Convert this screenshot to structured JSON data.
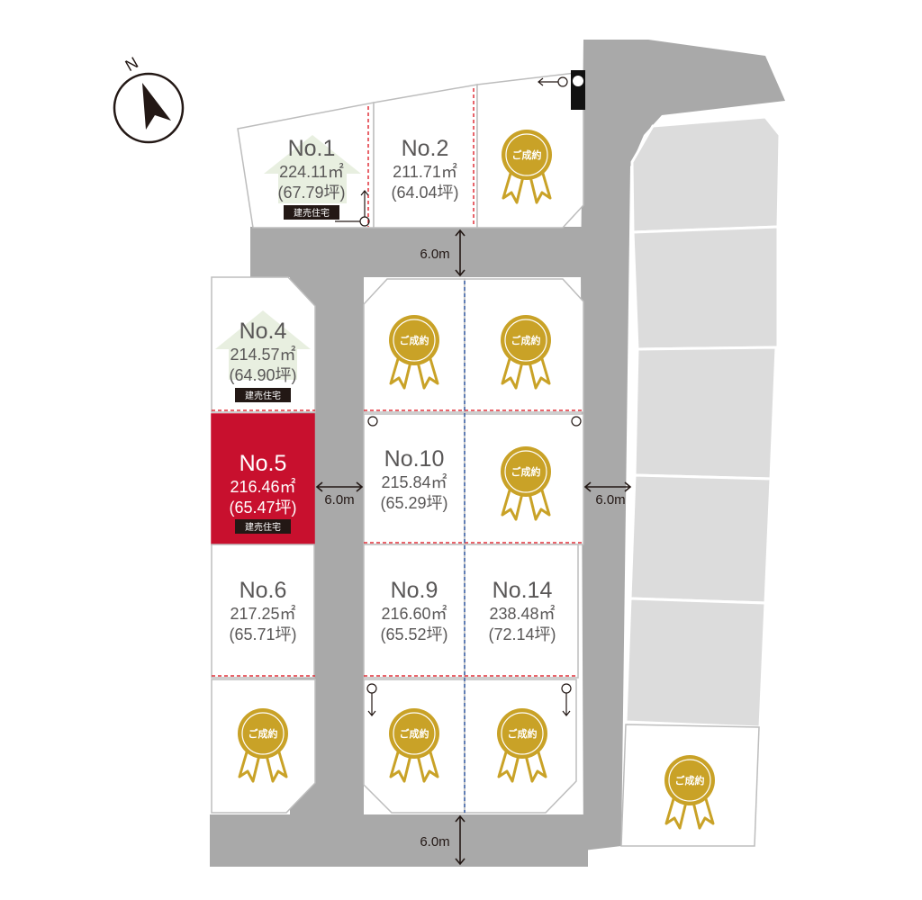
{
  "north": {
    "label": "N"
  },
  "colors": {
    "road": "#a9a9a9",
    "neighbor": "#dcdcdc",
    "sold_seal": "#c9a227",
    "highlight": "#c8102e"
  },
  "roads": {
    "width_label": "6.0m"
  },
  "lots": [
    {
      "id": "1",
      "no": "No.1",
      "area": "224.11㎡",
      "tsubo": "(67.79坪)",
      "badge": "建売住宅"
    },
    {
      "id": "2",
      "no": "No.2",
      "area": "211.71㎡",
      "tsubo": "(64.04坪)"
    },
    {
      "id": "4",
      "no": "No.4",
      "area": "214.57㎡",
      "tsubo": "(64.90坪)",
      "badge": "建売住宅"
    },
    {
      "id": "5",
      "no": "No.5",
      "area": "216.46㎡",
      "tsubo": "(65.47坪)",
      "badge": "建売住宅"
    },
    {
      "id": "6",
      "no": "No.6",
      "area": "217.25㎡",
      "tsubo": "(65.71坪)"
    },
    {
      "id": "9",
      "no": "No.9",
      "area": "216.60㎡",
      "tsubo": "(65.52坪)"
    },
    {
      "id": "10",
      "no": "No.10",
      "area": "215.84㎡",
      "tsubo": "(65.29坪)"
    },
    {
      "id": "14",
      "no": "No.14",
      "area": "238.48㎡",
      "tsubo": "(72.14坪)"
    }
  ],
  "sold": {
    "label": "ご成約",
    "icon": "ribbon-seal-icon"
  }
}
